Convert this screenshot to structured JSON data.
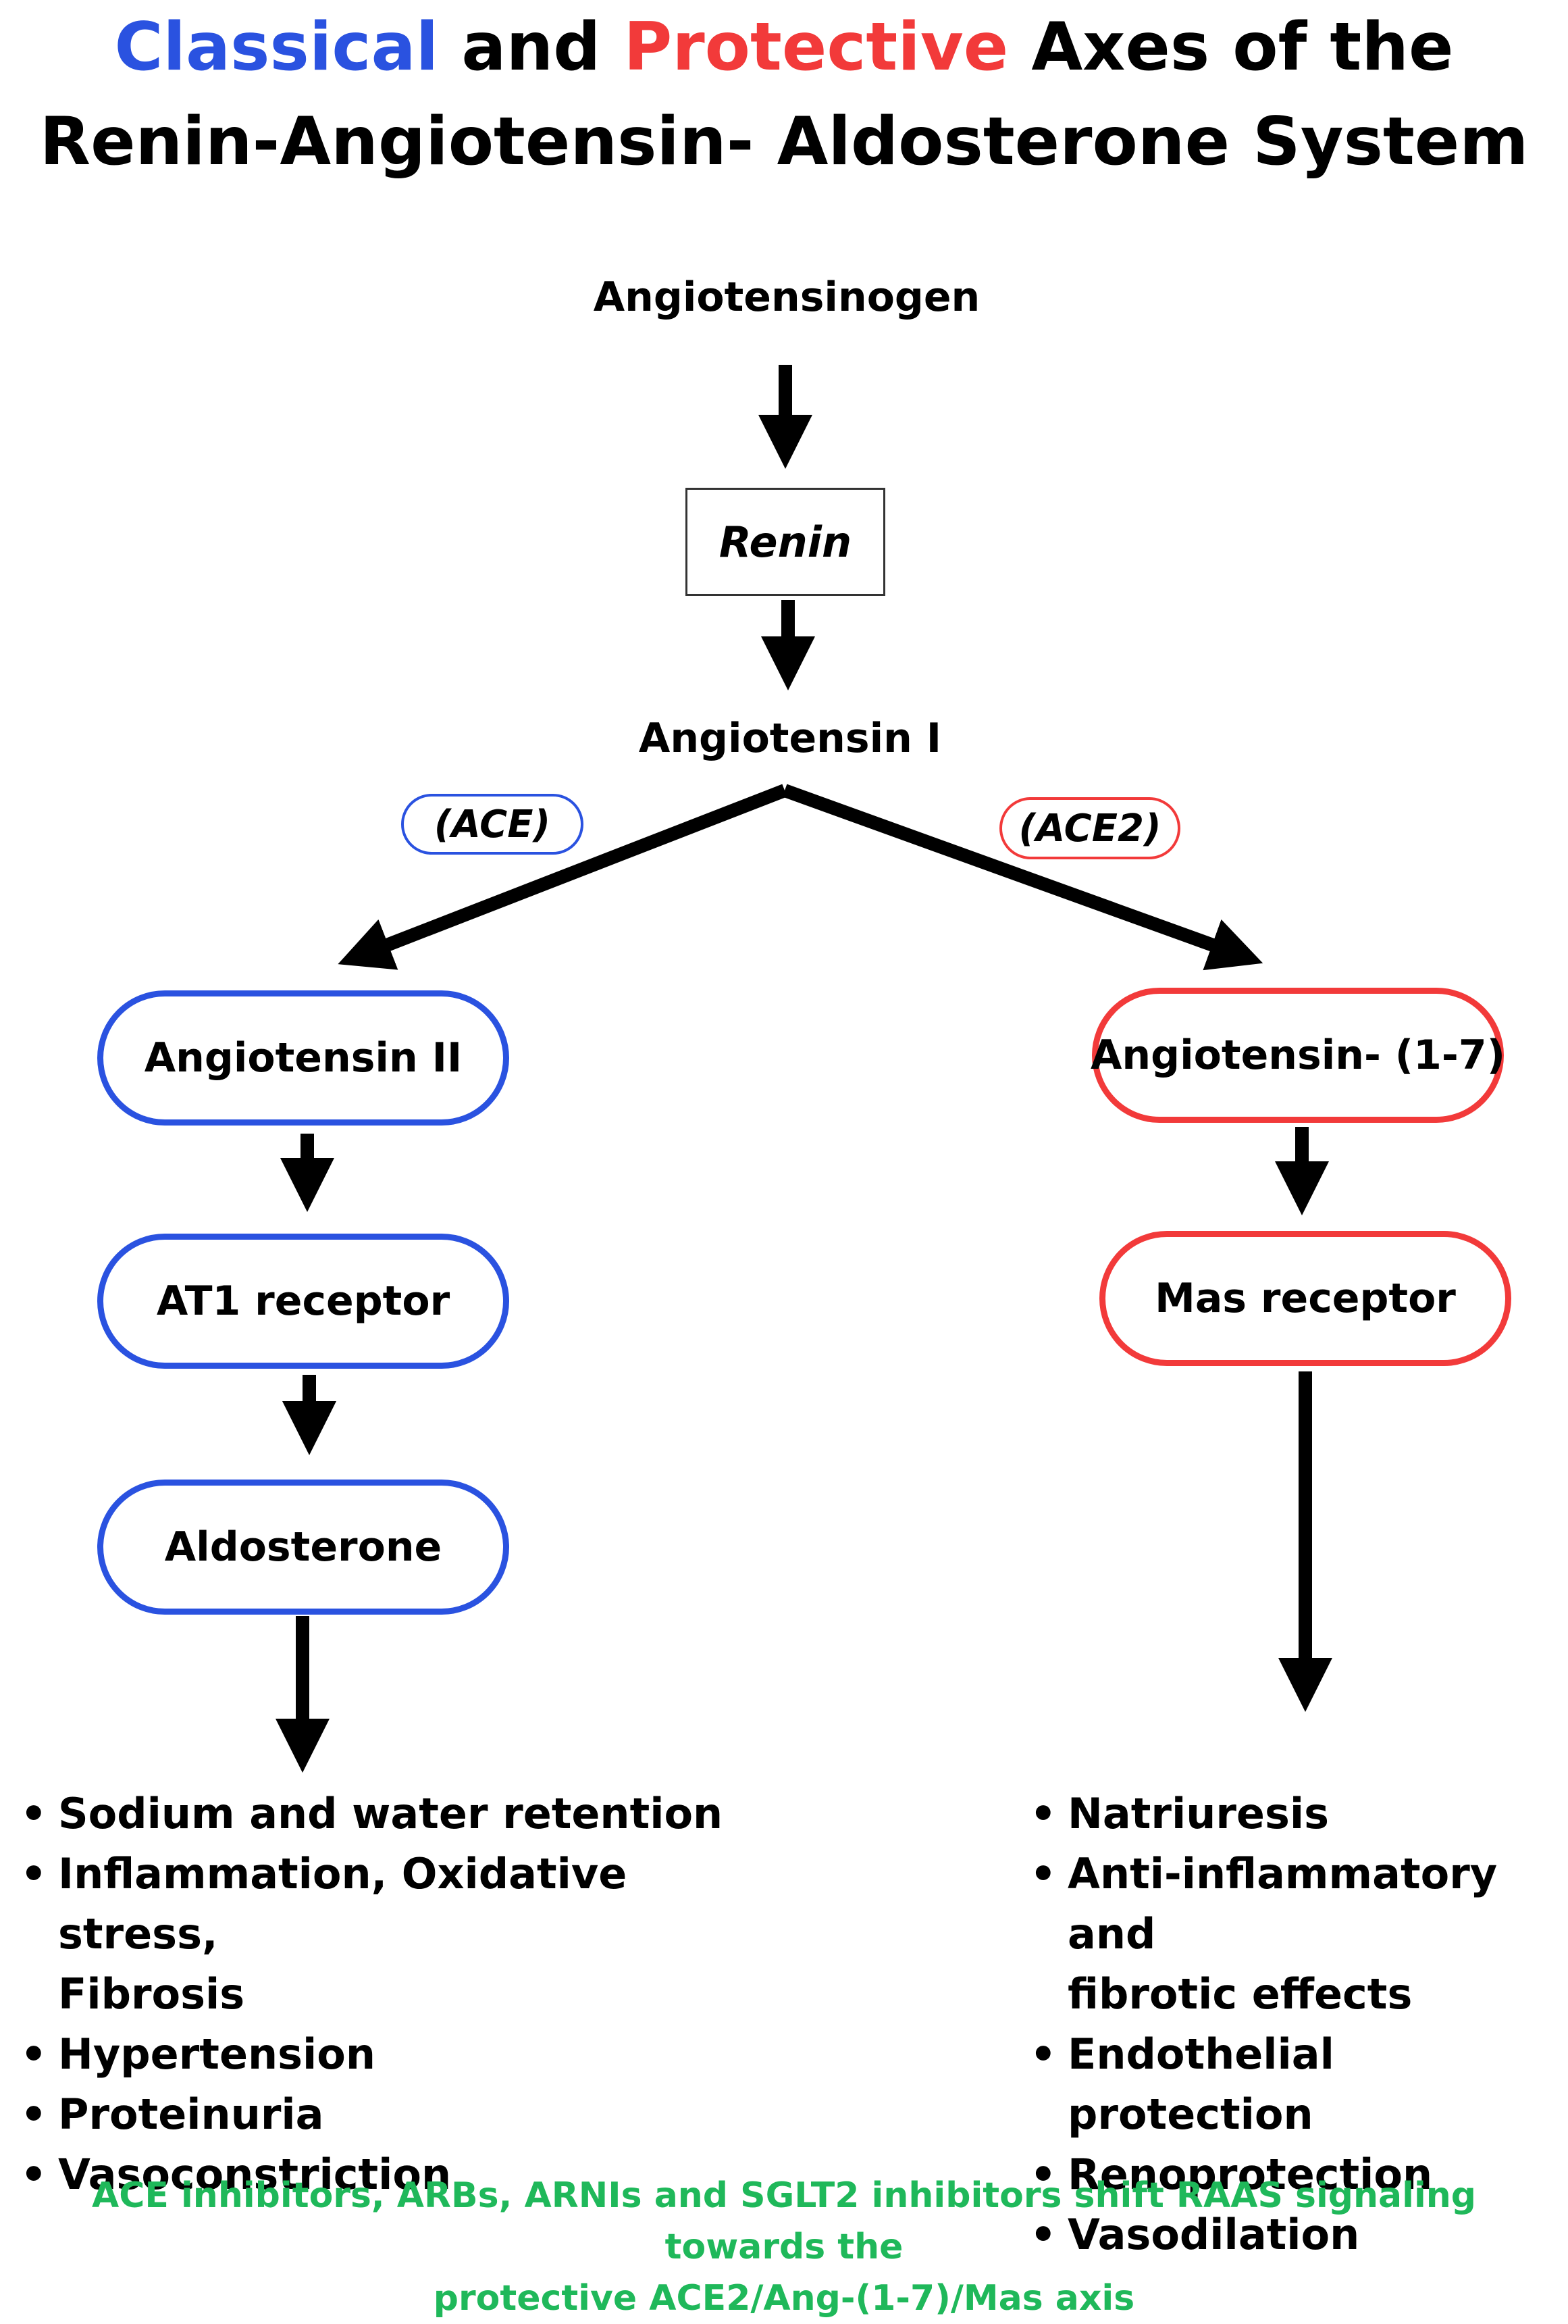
{
  "title": {
    "line1": {
      "word_blue": "Classical",
      "word_and": " and ",
      "word_red": "Protective",
      "rest": " Axes of the"
    },
    "line2": "Renin-Angiotensin- Aldosterone System"
  },
  "pathway": {
    "top": "Angiotensinogen",
    "renin": "Renin",
    "angiotensin_i": "Angiotensin I",
    "ace_label": "(ACE)",
    "ace2_label": "(ACE2)"
  },
  "classical_axis": {
    "steps": [
      "Angiotensin II",
      "AT1 receptor",
      "Aldosterone"
    ],
    "effects": [
      "Sodium and water retention",
      "Inflammation, Oxidative stress,",
      "Fibrosis",
      "Hypertension",
      "Proteinuria",
      "Vasoconstriction"
    ]
  },
  "protective_axis": {
    "steps": [
      "Angiotensin- (1-7)",
      "Mas receptor"
    ],
    "effects": [
      "Natriuresis",
      "Anti-inflammatory and",
      "fibrotic  effects",
      "Endothelial protection",
      "Renoprotection",
      "Vasodilation"
    ]
  },
  "footer": {
    "line1": "ACE inhibitors, ARBs, ARNIs and SGLT2 inhibitors shift RAAS signaling towards the",
    "line2": "protective ACE2/Ang-(1-7)/Mas axis"
  },
  "colors": {
    "classical": "#2a52e0",
    "protective": "#f23a3a",
    "footer": "#1fb85a",
    "arrow": "#000000"
  }
}
